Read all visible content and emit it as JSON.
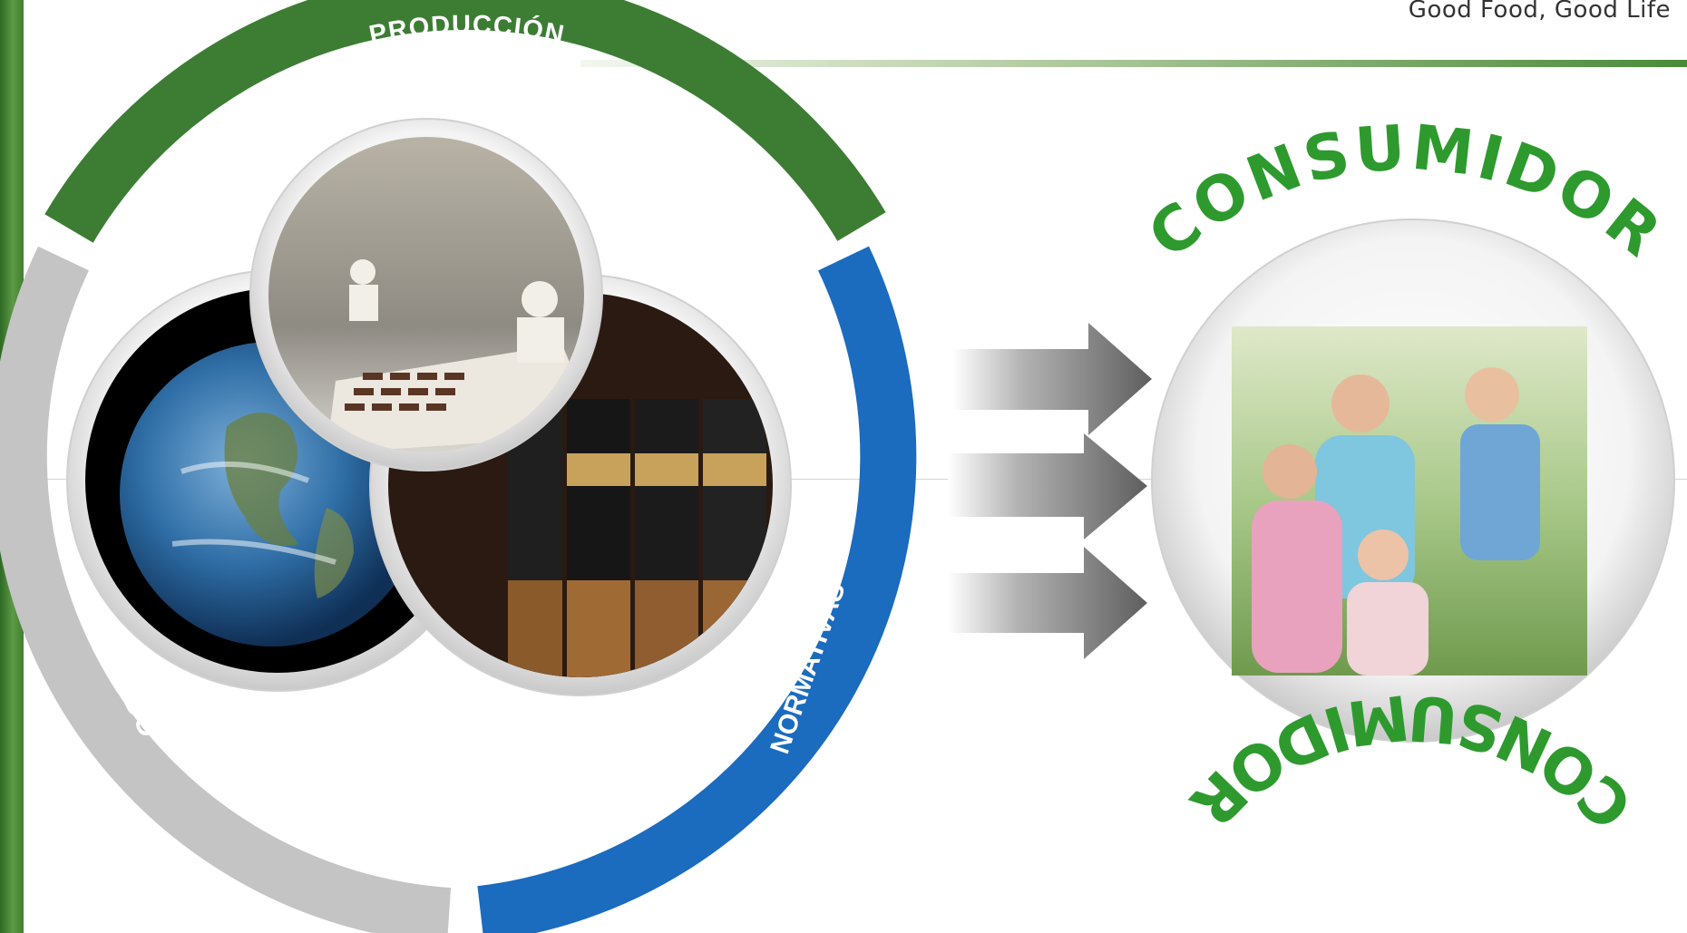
{
  "tagline": "Good Food, Good Life",
  "ring": {
    "segments": [
      {
        "id": "produccion",
        "label": "PRODUCCIÓN",
        "color": "#3c7d33"
      },
      {
        "id": "normativas",
        "label": "NORMATIVAS",
        "color": "#1b6bbf"
      },
      {
        "id": "mercado",
        "label": "MERCADO",
        "color": "#c4c4c4"
      }
    ],
    "inner_circles": [
      {
        "id": "factory",
        "depicts": "factory-photo"
      },
      {
        "id": "globe",
        "depicts": "earth-globe"
      },
      {
        "id": "books",
        "depicts": "law-books"
      }
    ]
  },
  "arrows_count": 3,
  "consumer": {
    "top_label": "CONSUMIDOR",
    "bottom_label": "CONSUMIDOR",
    "color": "#2e9a2e",
    "depicts": "family-photo"
  }
}
